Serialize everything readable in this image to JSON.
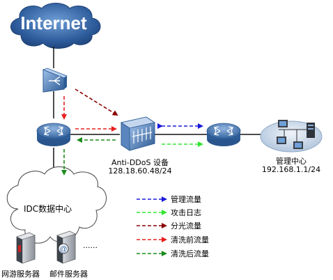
{
  "cloud": {
    "internet_label": "Internet",
    "idc_label": "IDC数据中心"
  },
  "devices": {
    "anti_ddos_name": "Anti-DDoS 设备",
    "anti_ddos_ip": "128.18.60.48/24",
    "mgmt_center_name": "管理中心",
    "mgmt_center_ip": "192.168.1.1/24"
  },
  "servers": {
    "web_label": "网游服务器",
    "mail_label": "邮件服务器",
    "more_label": "......"
  },
  "legend": [
    {
      "label": "管理流量",
      "color": "#1a1adb"
    },
    {
      "label": "攻击日志",
      "color": "#33e633"
    },
    {
      "label": "分光流量",
      "color": "#8b0000"
    },
    {
      "label": "清洗前流量",
      "color": "#e62020"
    },
    {
      "label": "清洗后流量",
      "color": "#1a8a1a"
    }
  ],
  "colors": {
    "mgmt": "#1a1adb",
    "log": "#33e633",
    "split": "#8b0000",
    "pre_clean": "#e62020",
    "post_clean": "#1a8a1a",
    "device_blue": "#3a6fa8"
  }
}
